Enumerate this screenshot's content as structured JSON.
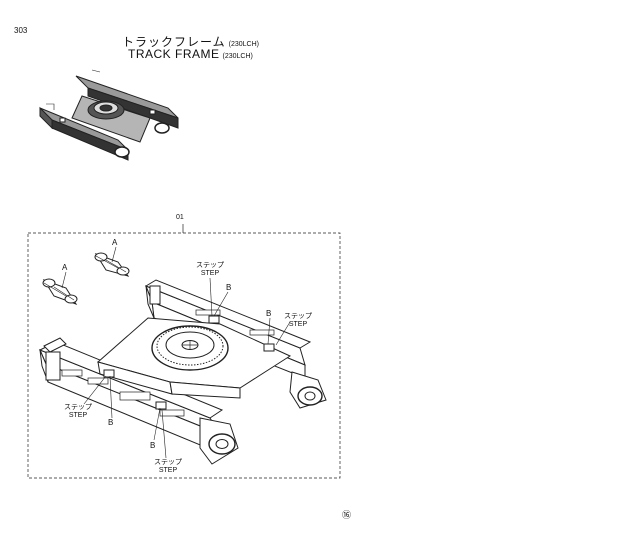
{
  "page": {
    "number": "303",
    "mark": "⑯"
  },
  "title": {
    "japanese": "トラックフレーム",
    "japanese_suffix": "(230LCH)",
    "english": "TRACK FRAME",
    "english_suffix": "(230LCH)"
  },
  "assembly_ref": "01",
  "callouts": {
    "a_upper": "A",
    "a_lower": "A",
    "b_upper": "B",
    "b_right": "B",
    "b_left": "B",
    "b_bottom": "B",
    "step_upper": {
      "jp": "ステップ",
      "en": "STEP"
    },
    "step_right": {
      "jp": "ステップ",
      "en": "STEP"
    },
    "step_left": {
      "jp": "ステップ",
      "en": "STEP"
    },
    "step_bottom": {
      "jp": "ステップ",
      "en": "STEP"
    }
  }
}
